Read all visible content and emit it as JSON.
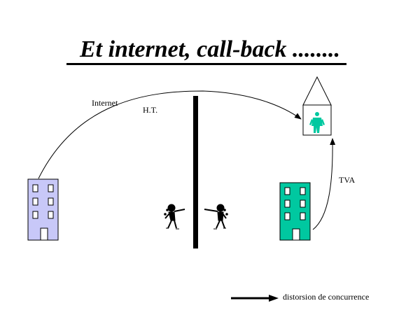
{
  "title": "Et internet, call-back ........",
  "labels": {
    "internet": "Internet",
    "ht": "H.T.",
    "tva": "TVA",
    "legend": "distorsion de concurrence"
  },
  "colors": {
    "left_building": "#c8c8f8",
    "right_building": "#00c8a0",
    "person_in_house": "#00c8a0",
    "ink": "#000000"
  }
}
